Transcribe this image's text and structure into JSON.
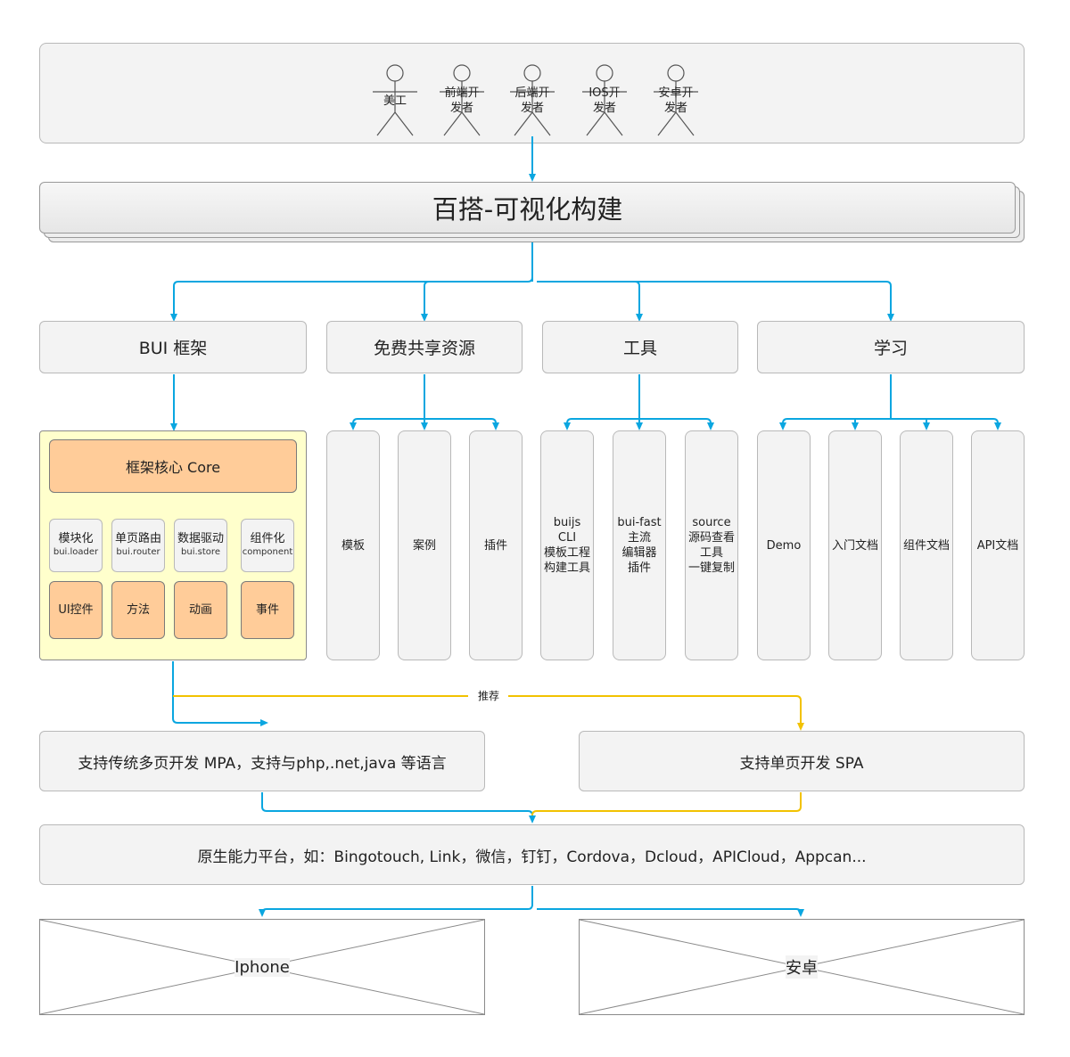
{
  "roles": [
    "美工",
    "前端开发者",
    "后端开发者",
    "IOS开发者",
    "安卓开发者"
  ],
  "role_lines": [
    [
      "美工"
    ],
    [
      "前端开",
      "发者"
    ],
    [
      "后端开",
      "发者"
    ],
    [
      "IOS开",
      "发者"
    ],
    [
      "安卓开",
      "发者"
    ]
  ],
  "main_title": "百搭-可视化构建",
  "categories": {
    "bui": "BUI 框架",
    "resources": "免费共享资源",
    "tools": "工具",
    "learn": "学习"
  },
  "bui_core": {
    "title": "框架核心 Core",
    "modules": [
      {
        "label": "模块化",
        "sub": "bui.loader"
      },
      {
        "label": "单页路由",
        "sub": "bui.router"
      },
      {
        "label": "数据驱动",
        "sub": "bui.store"
      },
      {
        "label": "组件化",
        "sub": "component"
      }
    ],
    "parts": [
      "UI控件",
      "方法",
      "动画",
      "事件"
    ]
  },
  "resources_items": [
    "模板",
    "案例",
    "插件"
  ],
  "tools_items": [
    [
      "buijs",
      "CLI",
      "模板工程",
      "构建工具"
    ],
    [
      "bui-fast",
      "主流",
      "编辑器",
      "插件"
    ],
    [
      "source",
      "源码查看",
      "工具",
      "一键复制"
    ]
  ],
  "learn_items": [
    "Demo",
    "入门文档",
    "组件文档",
    "API文档"
  ],
  "recommend_label": "推荐",
  "mpa": "支持传统多页开发 MPA，支持与php,.net,java 等语言",
  "spa": "支持单页开发 SPA",
  "platform": "原生能力平台，如：Bingotouch, Link，微信，钉钉，Cordova，Dcloud，APICloud，Appcan...",
  "devices": [
    "Iphone",
    "安卓"
  ],
  "colors": {
    "arrow_blue": "#0aa6e0",
    "arrow_yellow": "#f2c200",
    "core_bg": "#ffffcc",
    "orange": "#ffcc99"
  }
}
